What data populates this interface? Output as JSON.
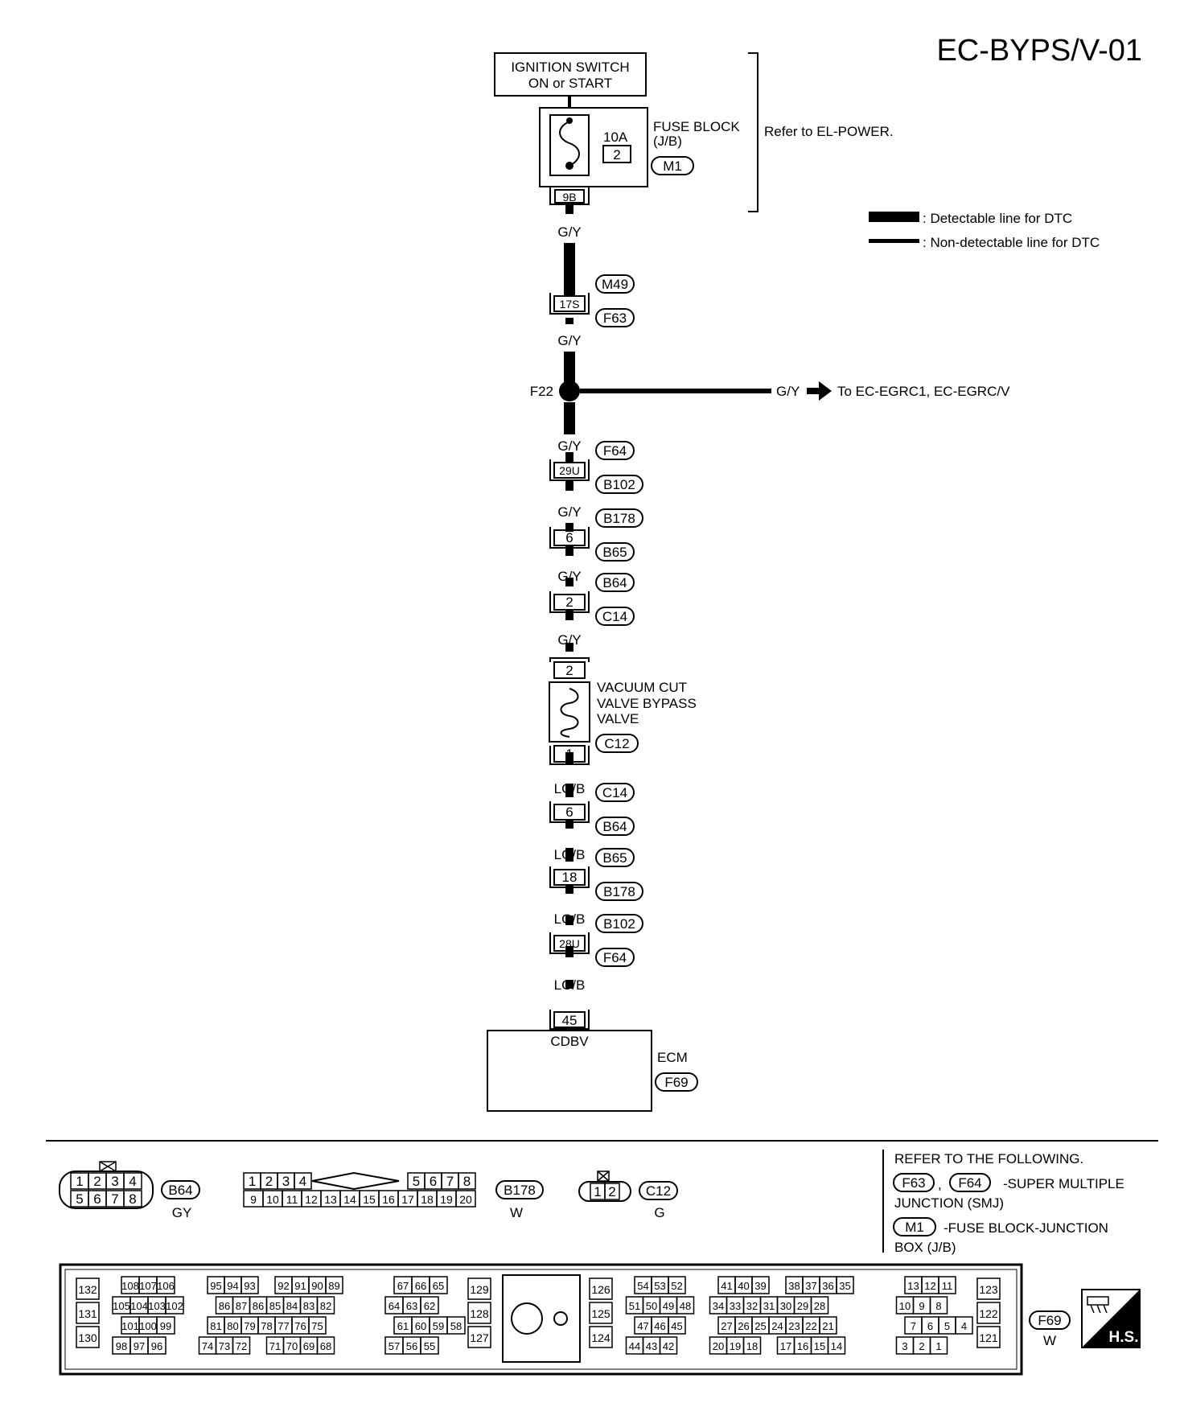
{
  "page_id": "EC-BYPS/V-01",
  "ignition": {
    "line1": "IGNITION SWITCH",
    "line2": "ON or START"
  },
  "fuse_block": {
    "line1": "FUSE BLOCK",
    "line2": "(J/B)",
    "amps": "10A",
    "fuse_no": "2",
    "connector": "M1",
    "terminal": "9B"
  },
  "refer_power": "Refer to EL-POWER.",
  "legend": {
    "detectable": ": Detectable line for DTC",
    "non_detectable": ": Non-detectable line for DTC"
  },
  "wire_gy": "G/Y",
  "wire_lgb": "LG/B",
  "junction": {
    "label": "F22",
    "wire": "G/Y",
    "dest": "To EC-EGRC1, EC-EGRC/V"
  },
  "connectors": {
    "c17s": {
      "pin": "17S",
      "top": "M49",
      "bottom": "F63"
    },
    "c29u": {
      "pin": "29U",
      "top": "F64",
      "bottom": "B102"
    },
    "c6a": {
      "pin": "6",
      "top": "B178",
      "bottom": "B65"
    },
    "c2a": {
      "pin": "2",
      "top": "B64",
      "bottom": "C14"
    },
    "c6b": {
      "pin": "6",
      "top": "C14",
      "bottom": "B64"
    },
    "c18": {
      "pin": "18",
      "top": "B65",
      "bottom": "B178"
    },
    "c28u": {
      "pin": "28U",
      "top": "B102",
      "bottom": "F64"
    }
  },
  "valve": {
    "line1": "VACUUM CUT",
    "line2": "VALVE BYPASS",
    "line3": "VALVE",
    "connector": "C12",
    "pin_top": "2",
    "pin_bottom": "1"
  },
  "ecm": {
    "name": "ECM",
    "connector": "F69",
    "pin": "45",
    "pin_label": "CDBV"
  },
  "refer_box": {
    "title": "REFER TO THE FOLLOWING.",
    "f63": "F63",
    "comma": ",",
    "f64": "F64",
    "smj_1": "-SUPER MULTIPLE",
    "smj_2": "JUNCTION (SMJ)",
    "m1": "M1",
    "jb_1": "-FUSE BLOCK-JUNCTION",
    "jb_2": "BOX (J/B)"
  },
  "bottom_connectors": {
    "b64": {
      "id": "B64",
      "color": "GY",
      "row1": [
        "1",
        "2",
        "3",
        "4"
      ],
      "row2": [
        "5",
        "6",
        "7",
        "8"
      ]
    },
    "b178": {
      "id": "B178",
      "color": "W",
      "row1a": [
        "1",
        "2",
        "3",
        "4"
      ],
      "row1b": [
        "5",
        "6",
        "7",
        "8"
      ],
      "row2": [
        "9",
        "10",
        "11",
        "12",
        "13",
        "14",
        "15",
        "16",
        "17",
        "18",
        "19",
        "20"
      ]
    },
    "c12": {
      "id": "C12",
      "color": "G",
      "pins": [
        "1",
        "2"
      ]
    },
    "f69": {
      "id": "F69",
      "color": "W",
      "hs": "H.S."
    }
  },
  "ecm_pins": {
    "g1": {
      "col": [
        "132",
        "131",
        "130"
      ]
    },
    "g2": {
      "rows": [
        [
          "108",
          "107",
          "106"
        ],
        [
          "105",
          "104",
          "103",
          "102"
        ],
        [
          "101",
          "100",
          "99"
        ],
        [
          "98",
          "97",
          "96"
        ]
      ]
    },
    "g3": {
      "rows": [
        [
          "95",
          "94",
          "93",
          " ",
          "92",
          "91",
          "90",
          "89"
        ],
        [
          " ",
          "86",
          "87",
          "86",
          "85",
          "84",
          "83",
          "82"
        ],
        [
          "81",
          "80",
          "79",
          "78",
          "77",
          "76",
          "75"
        ],
        [
          "74",
          "73",
          "72",
          " ",
          "71",
          "70",
          "69",
          "68"
        ]
      ]
    },
    "g4": {
      "rows": [
        [
          "67",
          "66",
          "65"
        ],
        [
          "64",
          "63",
          "62"
        ],
        [
          "61",
          "60",
          "59",
          "58"
        ],
        [
          "57",
          "56",
          "55"
        ]
      ]
    },
    "g5": {
      "col": [
        "129",
        "128",
        "127"
      ]
    },
    "g6": {
      "col": [
        "126",
        "125",
        "124"
      ]
    },
    "g7": {
      "rows": [
        [
          "54",
          "53",
          "52"
        ],
        [
          "51",
          "50",
          "49",
          "48"
        ],
        [
          "47",
          "46",
          "45"
        ],
        [
          "44",
          "43",
          "42"
        ]
      ]
    },
    "g8": {
      "rows": [
        [
          "41",
          "40",
          "39",
          " ",
          "38",
          "37",
          "36",
          "35"
        ],
        [
          "34",
          "33",
          "32",
          "31",
          "30",
          "29",
          "28"
        ],
        [
          "27",
          "26",
          "25",
          "24",
          "23",
          "22",
          "21"
        ],
        [
          "20",
          "19",
          "18",
          " ",
          "17",
          "16",
          "15",
          "14"
        ]
      ]
    },
    "g9": {
      "rows": [
        [
          "13",
          "12",
          "11"
        ],
        [
          "10",
          "9",
          "8"
        ],
        [
          "7",
          "6",
          "5",
          "4"
        ],
        [
          "3",
          "2",
          "1"
        ]
      ]
    },
    "g10": {
      "col": [
        "123",
        "122",
        "121"
      ]
    }
  }
}
